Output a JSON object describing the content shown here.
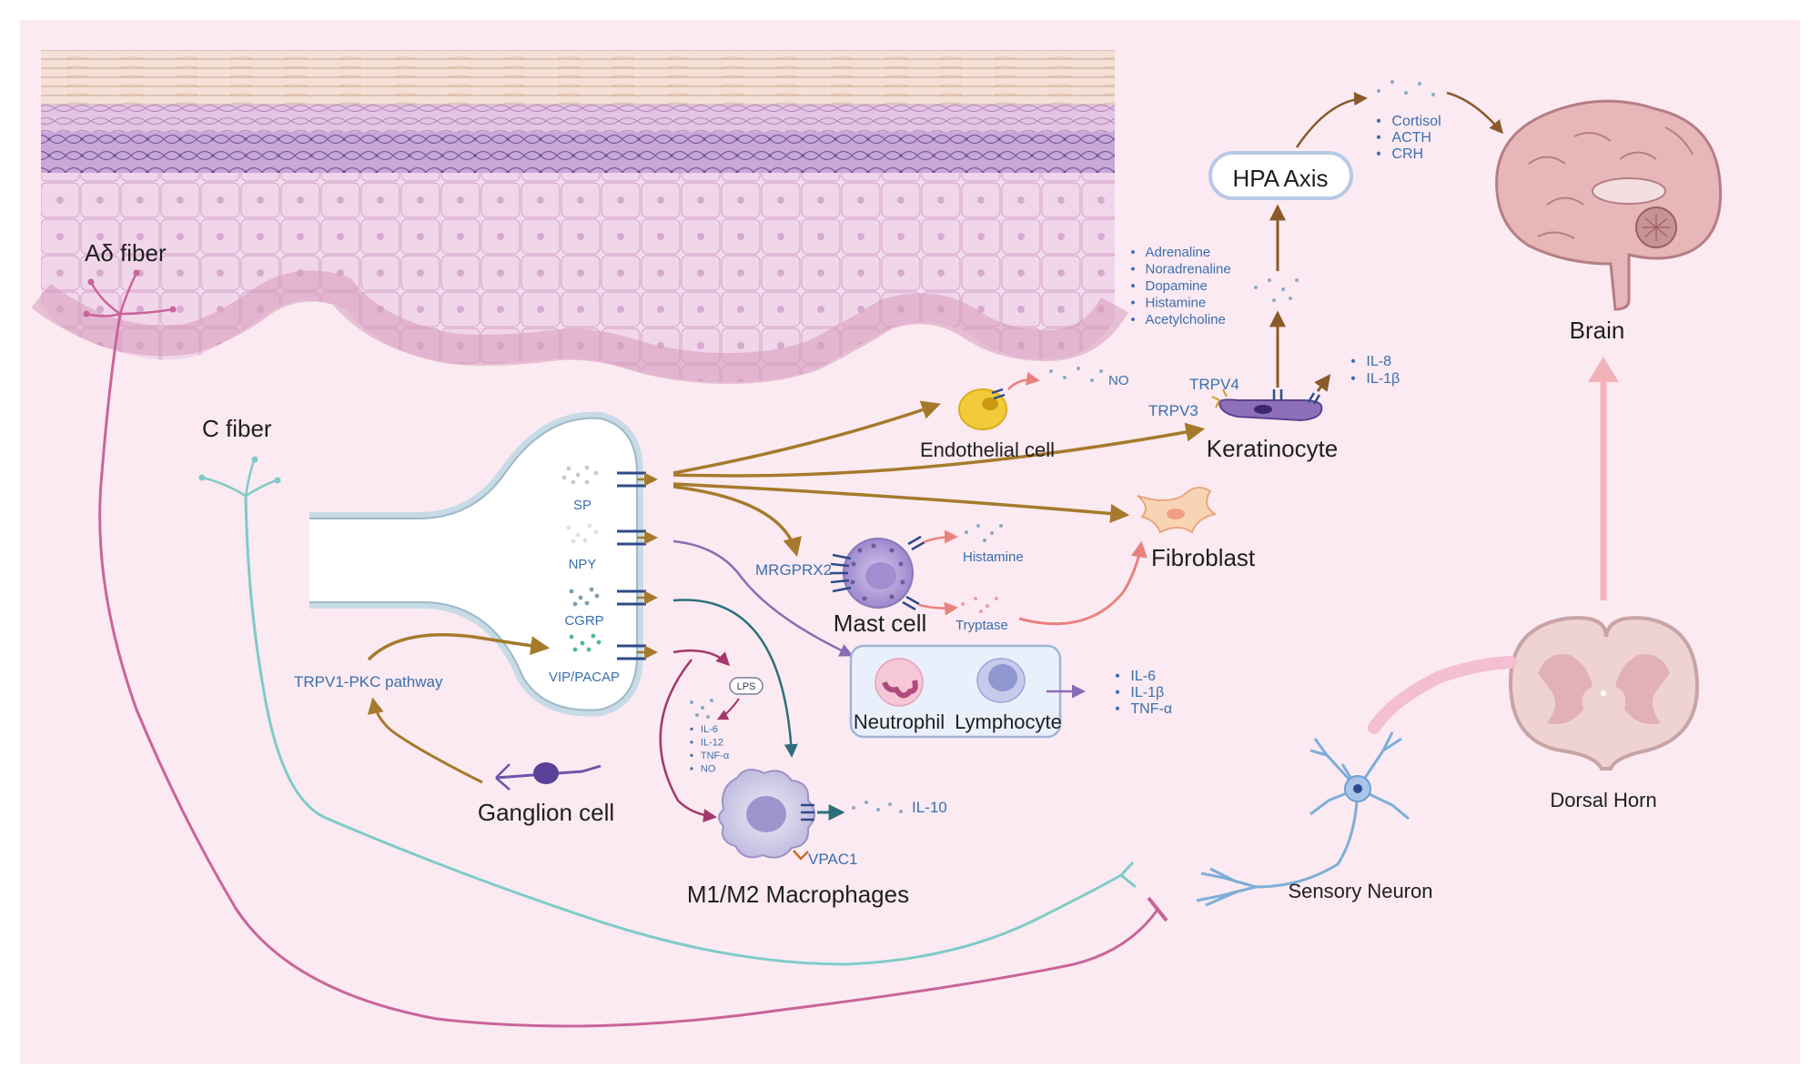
{
  "labels": {
    "a_delta_fiber": "Aδ fiber",
    "c_fiber": "C fiber",
    "brain": "Brain",
    "hpa_axis": "HPA Axis",
    "endothelial_cell": "Endothelial cell",
    "keratinocyte": "Keratinocyte",
    "fibroblast": "Fibroblast",
    "mast_cell": "Mast cell",
    "neutrophil": "Neutrophil",
    "lymphocyte": "Lymphocyte",
    "ganglion_cell": "Ganglion cell",
    "macrophages": "M1/M2 Macrophages",
    "sensory_neuron": "Sensory Neuron",
    "dorsal_horn": "Dorsal Horn",
    "trpv1_pathway": "TRPV1-PKC pathway",
    "mrgprx2": "MRGPRX2",
    "trpv4": "TRPV4",
    "trpv3": "TRPV3",
    "vpac1": "VPAC1",
    "no": "NO",
    "histamine": "Histamine",
    "tryptase": "Tryptase",
    "il10": "IL-10",
    "lps": "LPS"
  },
  "neuropeptides": [
    "SP",
    "NPY",
    "CGRP",
    "VIP/PACAP"
  ],
  "hpa_hormones": [
    "Cortisol",
    "ACTH",
    "CRH"
  ],
  "neurotransmitters": [
    "Adrenaline",
    "Noradrenaline",
    "Dopamine",
    "Histamine",
    "Acetylcholine"
  ],
  "keratinocyte_cytokines": [
    "IL-8",
    "IL-1β"
  ],
  "immune_cytokines": [
    "IL-6",
    "IL-1β",
    "TNF-α"
  ],
  "macrophage_cytokines": [
    "IL-6",
    "IL-12",
    "TNF-α",
    "NO"
  ],
  "colors": {
    "background": "#fbeaf1",
    "arrow_gold": "#a57a2c",
    "arrow_teal": "#2d6f78",
    "arrow_purple": "#8a6bb5",
    "arrow_magenta": "#a3386a",
    "arrow_salmon": "#e9827f",
    "c_fiber": "#7ecbc8",
    "a_delta_fiber": "#c9649a",
    "label_blue": "#3a6fb0"
  },
  "icons": [
    "brain-icon",
    "spinal-cord-icon",
    "neuron-icon",
    "mast-cell-icon",
    "macrophage-icon",
    "fibroblast-icon",
    "keratinocyte-icon",
    "endothelial-cell-icon",
    "ganglion-cell-icon"
  ]
}
